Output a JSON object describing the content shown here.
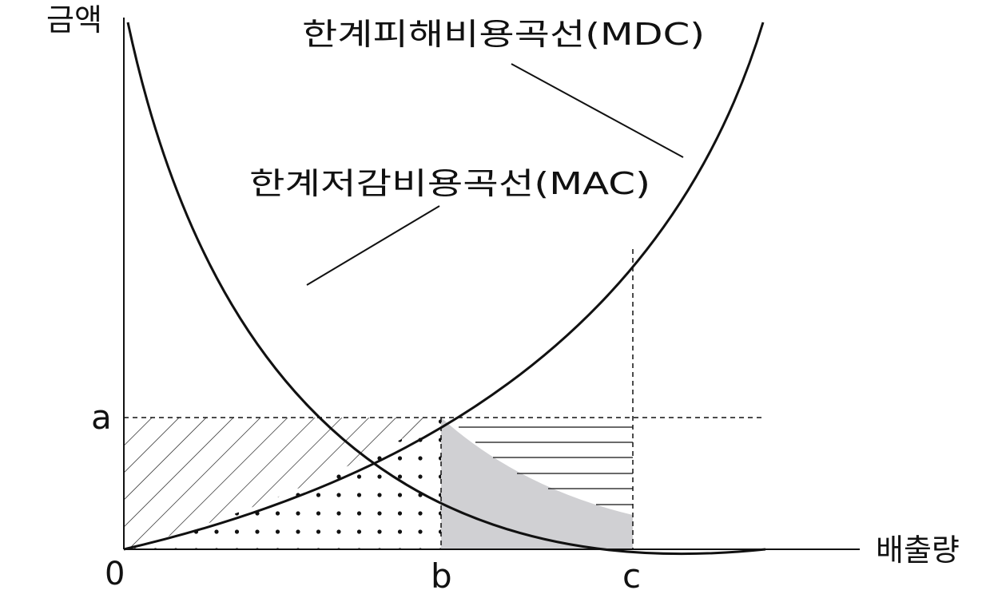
{
  "axes": {
    "y_label": "금액",
    "x_label": "배출량",
    "origin": "0"
  },
  "curves": {
    "mdc_label": "한계피해비용곡선(MDC)",
    "mac_label": "한계저감비용곡선(MAC)"
  },
  "points": {
    "a": "a",
    "b": "b",
    "c": "c"
  },
  "colors": {
    "ink": "#111111",
    "shaded_area": "#d0d0d3"
  }
}
